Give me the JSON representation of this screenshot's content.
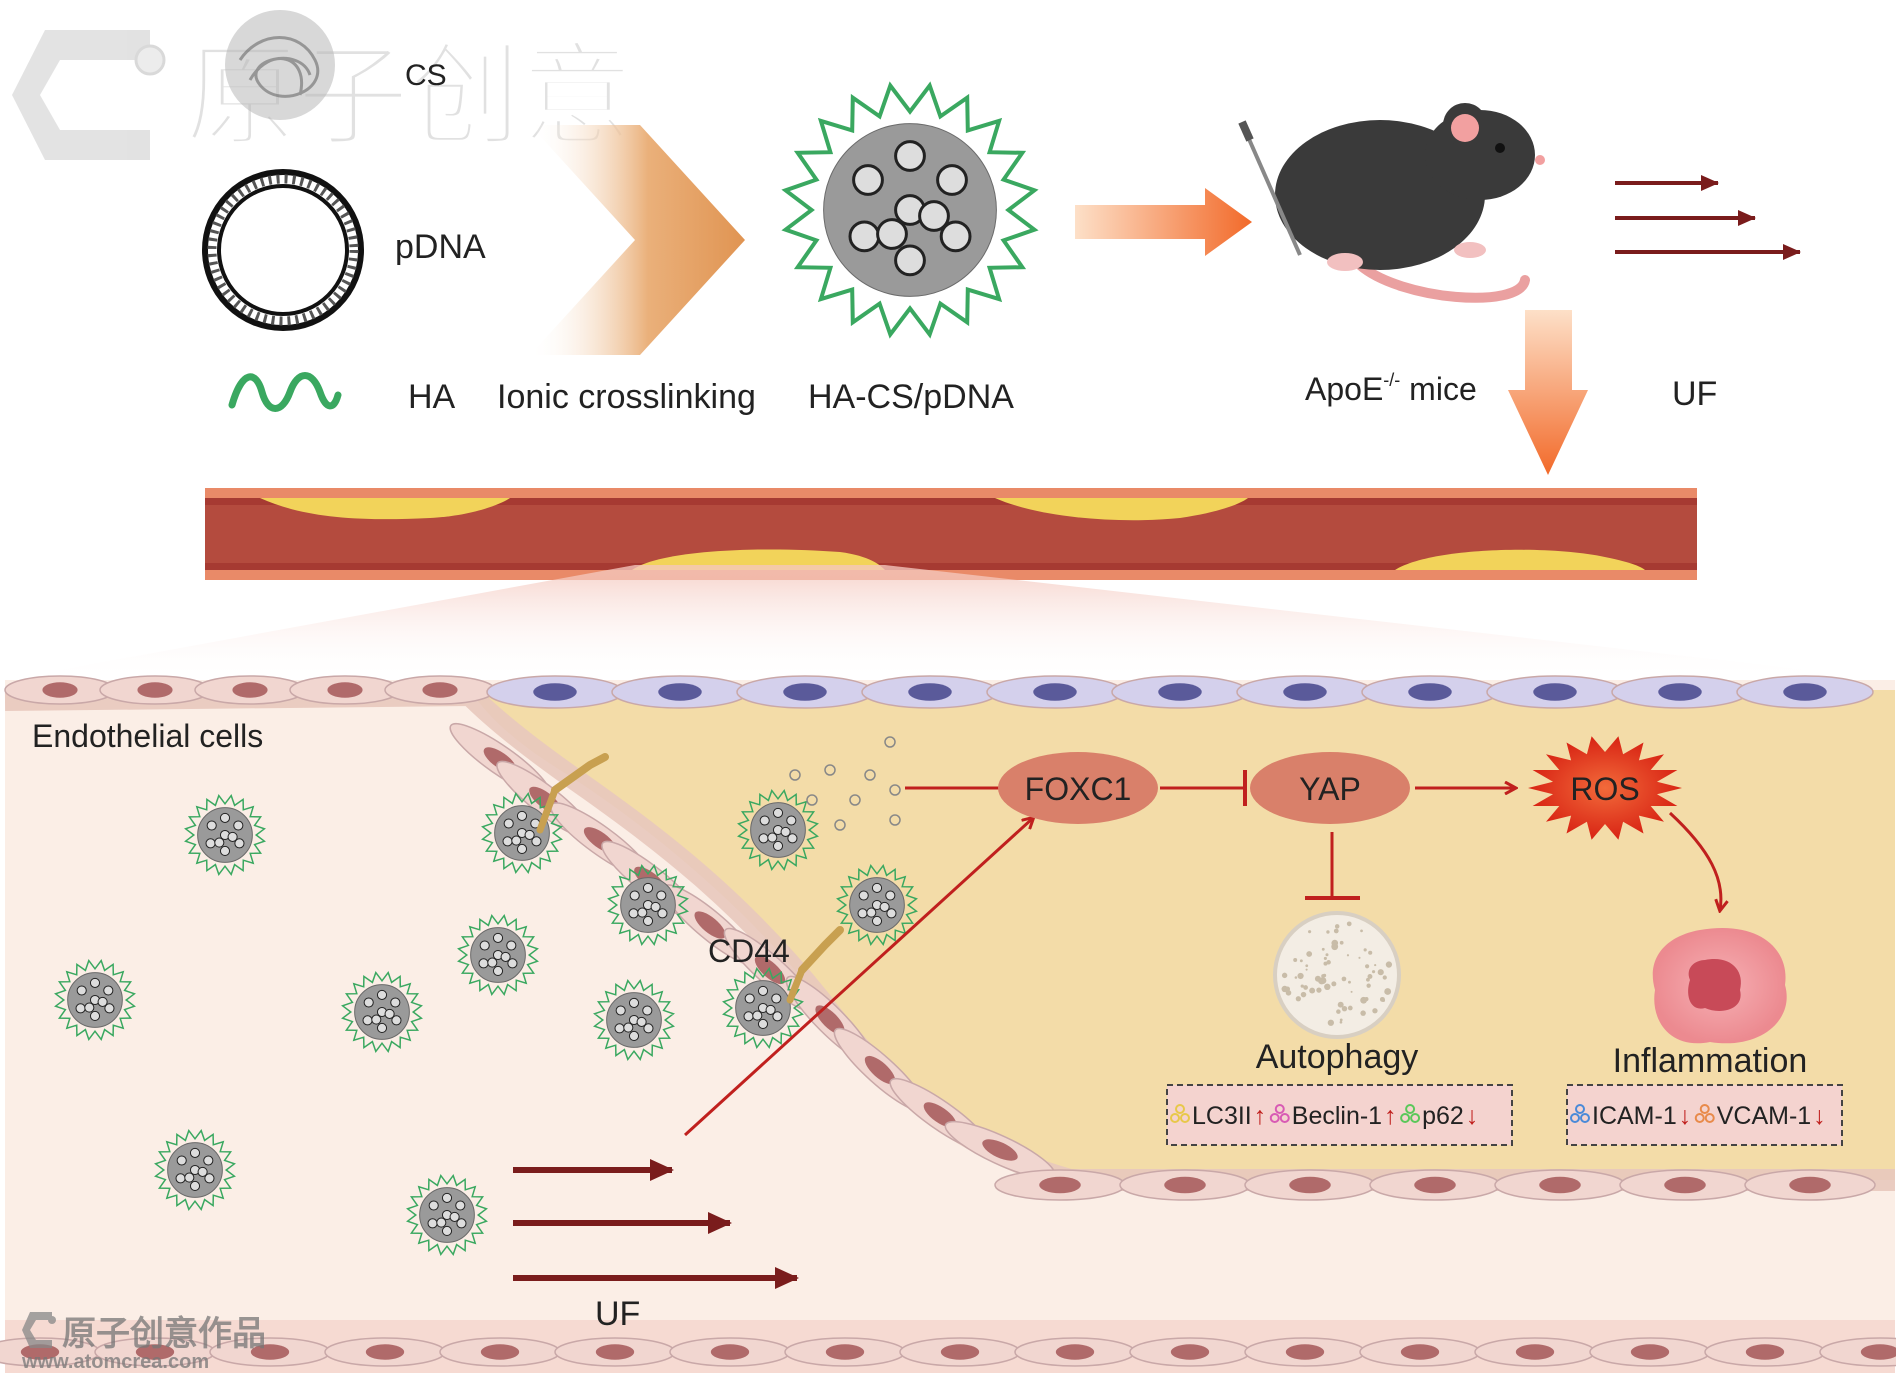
{
  "watermark": {
    "brand": "原子创意",
    "footer_brand": "原子创意作品",
    "footer_url": "www.atomcrea.com"
  },
  "top": {
    "cs_label": "CS",
    "pdna_label": "pDNA",
    "ha_label": "HA",
    "process_label": "Ionic crosslinking",
    "nanoparticle_label": "HA-CS/pDNA",
    "mice_label_main": "ApoE",
    "mice_label_sup": "-/-",
    "mice_label_tail": " mice",
    "uf_label": "UF"
  },
  "tissue": {
    "endothelial_label": "Endothelial cells",
    "receptor_label": "CD44",
    "flow_label": "UF"
  },
  "pathway": {
    "foxc1": "FOXC1",
    "yap": "YAP",
    "ros": "ROS",
    "autophagy": "Autophagy",
    "inflammation": "Inflammation",
    "autophagy_markers": [
      {
        "name": "LC3II",
        "arrow": "↑",
        "color": "#e8c84a"
      },
      {
        "name": "Beclin-1",
        "arrow": "↑",
        "color": "#d85ab4"
      },
      {
        "name": "p62",
        "arrow": "↓",
        "color": "#5ac85a"
      }
    ],
    "inflammation_markers": [
      {
        "name": "ICAM-1",
        "arrow": "↓",
        "color": "#4a8ad8"
      },
      {
        "name": "VCAM-1",
        "arrow": "↓",
        "color": "#e88a4a"
      }
    ]
  },
  "colors": {
    "arrow_dark": "#7a1c1c",
    "pathway_red": "#c0201e",
    "node_fill": "#d9806a",
    "ros_fill": "#e8321e",
    "plaque": "#f2d35a",
    "vessel_wall": "#a63a32",
    "intima_bg": "#f3dca8",
    "lumen_bg": "#fbeee6"
  }
}
